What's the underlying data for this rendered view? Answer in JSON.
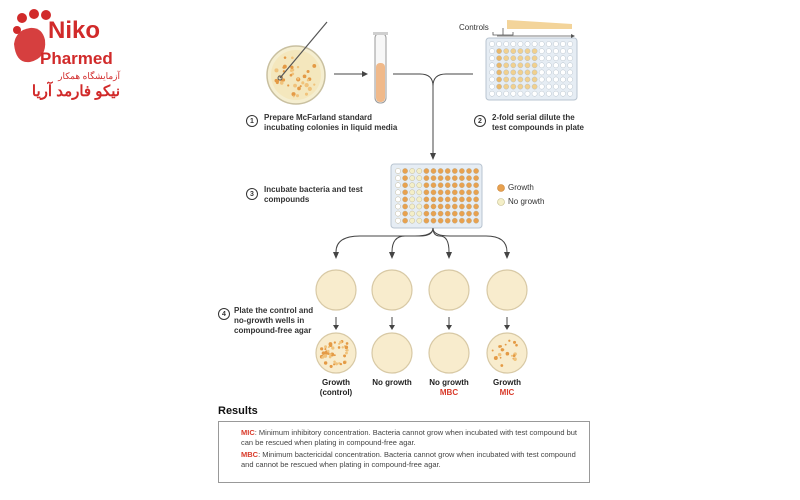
{
  "logo": {
    "name_top": "Niko",
    "name_bottom": "Pharmed",
    "persian_top": "آزمایشگاه همکار",
    "persian_bottom": "نیکو فارمد آریا",
    "brand_color": "#d12a2a"
  },
  "steps": [
    {
      "number": "1",
      "text_line1": "Prepare McFarland standard",
      "text_line2": "incubating colonies in liquid media"
    },
    {
      "number": "2",
      "text_line1": "2-fold serial dilute the",
      "text_line2": "test compounds in plate"
    },
    {
      "number": "3",
      "text_line1": "Incubate bacteria and test",
      "text_line2": "compounds"
    },
    {
      "number": "4",
      "text_line1": "Plate the control and",
      "text_line2": "no-growth wells in",
      "text_line3": "compound-free agar"
    }
  ],
  "controls_label": "Controls",
  "legend": {
    "growth": "Growth",
    "no_growth": "No growth",
    "growth_color": "#e8a14f",
    "no_growth_color": "#f4efc8"
  },
  "plates": [
    {
      "label": "Growth",
      "sub": "(control)",
      "tag": "",
      "growth": true
    },
    {
      "label": "No growth",
      "sub": "",
      "tag": "",
      "growth": false
    },
    {
      "label": "No growth",
      "sub": "",
      "tag": "MBC",
      "growth": false
    },
    {
      "label": "Growth",
      "sub": "",
      "tag": "MIC",
      "growth": true
    }
  ],
  "results": {
    "title": "Results",
    "mic_key": "MIC",
    "mic_text": ": Minimum inhibitory concentration. Bacteria cannot grow when incubated with test compound but can be rescued when plating in compound-free agar.",
    "mbc_key": "MBC",
    "mbc_text": ": Minimum bactericidal concentration. Bacteria cannot grow when incubated with test compound and cannot be rescued when plating in compound-free agar."
  }
}
